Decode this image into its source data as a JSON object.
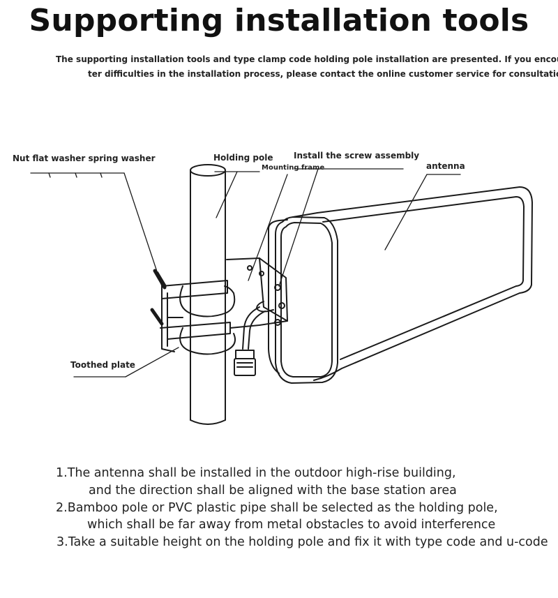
{
  "header": {
    "title": "Supporting installation tools",
    "intro_line1": "The supporting installation tools and type clamp code holding pole installation are presented. If you encoun-",
    "intro_line2": "ter difficulties in the installation process, please contact the online customer service for consultation"
  },
  "diagram": {
    "labels": {
      "nut_washer": "Nut flat washer spring washer",
      "holding_pole": "Holding pole",
      "mounting_frame": "Mounting frame",
      "screw_assembly": "Install the screw assembly",
      "antenna": "antenna",
      "toothed_plate": "Toothed plate"
    }
  },
  "instructions": {
    "step1_line1": "1.The antenna shall be installed in the outdoor high-rise building,",
    "step1_line2": "and the direction shall be aligned with the base station area",
    "step2_line1": "2.Bamboo pole or PVC plastic pipe shall be selected as the holding pole,",
    "step2_line2": "which shall be far away from metal obstacles to avoid interference",
    "step3_line1": "3.Take a suitable height on the holding pole and fix it with type code and u-code"
  }
}
